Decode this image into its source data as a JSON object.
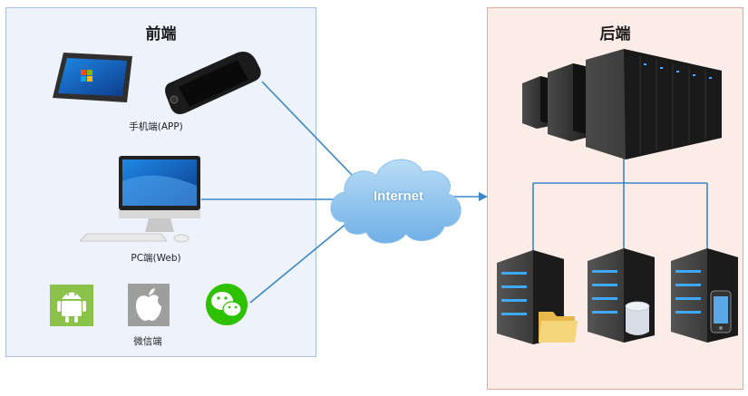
{
  "frontend": {
    "title": "前端",
    "mobile_label": "手机端(APP)",
    "pc_label": "PC端(Web)",
    "wechat_label": "微信端"
  },
  "backend": {
    "title": "后端"
  },
  "network": {
    "label": "Internet"
  },
  "colors": {
    "frontend_bg": "#eef3fb",
    "frontend_border": "#a9c2e3",
    "backend_bg": "#fbece8",
    "backend_border": "#e6a99b",
    "connector": "#3a86c8",
    "android": "#8bc34a",
    "apple_tile": "#9e9e9e",
    "wechat": "#2dc100"
  },
  "icons": [
    "tablet-icon",
    "smartphone-icon",
    "desktop-computer-icon",
    "keyboard-icon",
    "mouse-icon",
    "android-icon",
    "apple-icon",
    "wechat-icon",
    "internet-cloud-icon",
    "data-center-servers-icon",
    "file-server-icon",
    "database-server-icon",
    "mobile-server-icon",
    "folder-icon",
    "database-icon",
    "phone-icon"
  ]
}
